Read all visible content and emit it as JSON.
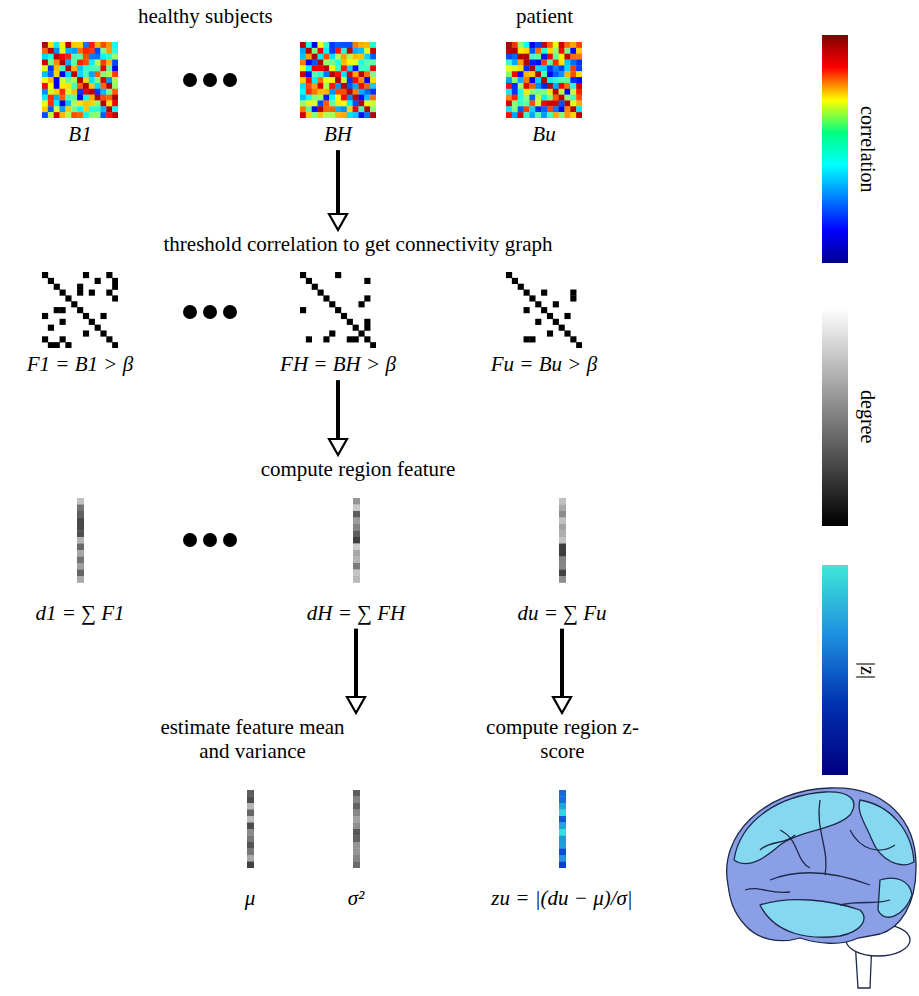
{
  "diagram": {
    "nodes": [
      {
        "text": [
          "B1"
        ]
      },
      {
        "text": [
          "BH"
        ]
      },
      {
        "text": [
          "Bu"
        ]
      },
      {
        "text": [
          "threshold correlation to get connectivity graph"
        ]
      },
      {
        "text": [
          "F1 = B1 > β"
        ]
      },
      {
        "text": [
          "FH = BH > β"
        ]
      },
      {
        "text": [
          "Fu = Bu > β"
        ]
      },
      {
        "text": [
          "compute region feature"
        ]
      },
      {
        "text": [
          "d1 = ∑ F1"
        ]
      },
      {
        "text": [
          "dH = ∑ FH"
        ]
      },
      {
        "text": [
          "du = ∑ Fu"
        ]
      },
      {
        "text": [
          "estimate feature mean and variance"
        ]
      },
      {
        "text": [
          "compute region z-score"
        ]
      },
      {
        "text": [
          "μ"
        ]
      },
      {
        "text": [
          "σ²"
        ]
      },
      {
        "text": [
          "zu = |(du − μ)/σ|"
        ]
      }
    ],
    "edges": [
      {
        "from": 1,
        "to": 3,
        "arrow": "to"
      },
      {
        "from": 5,
        "to": 7,
        "arrow": "to"
      },
      {
        "from": 9,
        "to": 11,
        "arrow": "to"
      },
      {
        "from": 10,
        "to": 12,
        "arrow": "to"
      }
    ],
    "labels": [
      "healthy subjects",
      "patient"
    ],
    "legend": [
      {
        "text": "correlation"
      },
      {
        "text": "degree"
      },
      {
        "text": "|z|"
      }
    ]
  }
}
